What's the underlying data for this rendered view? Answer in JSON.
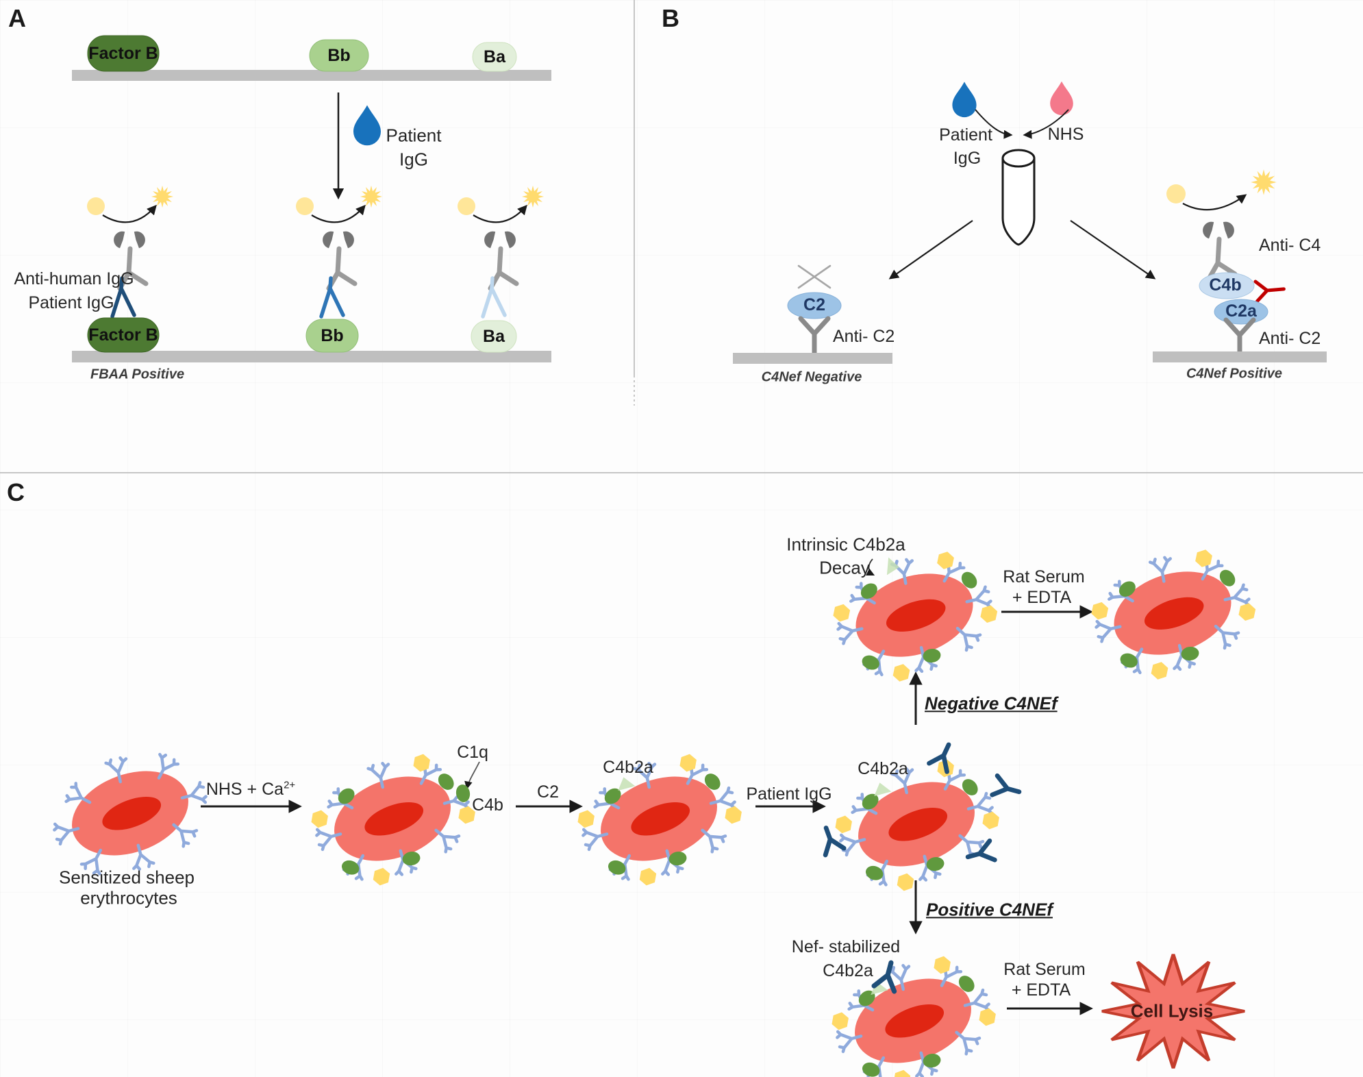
{
  "colors": {
    "factor_b_pill": "#4d7a32",
    "bb_pill": "#a9d18e",
    "ba_pill": "#e2efda",
    "membrane_bar": "#bfbfbf",
    "patient_igg_drop": "#1872bc",
    "nhs_drop": "#f4798b",
    "c2_ellipse": "#9dc3e6",
    "c4b_ellipse": "#cadef2",
    "red_autoantibody": "#c00000",
    "erythrocyte": "#f4746a",
    "erythrocyte_core": "#e02613",
    "lysis_star": "#f4756b"
  },
  "panels": {
    "a": {
      "letter": "A",
      "pill_factor_b": "Factor B",
      "pill_bb": "Bb",
      "pill_ba": "Ba",
      "drop_line1": "Patient",
      "drop_line2": "IgG",
      "label_anti_human": "Anti-human IgG",
      "label_patient_igg": "Patient IgG",
      "caption": "FBAA Positive"
    },
    "b": {
      "letter": "B",
      "drop_line1": "Patient",
      "drop_line2": "IgG",
      "nhs": "NHS",
      "neg_c2": "C2",
      "neg_anti_c2": "Anti- C2",
      "neg_caption": "C4Nef Negative",
      "pos_anti_c4": "Anti- C4",
      "pos_c4b": "C4b",
      "pos_c2a": "C2a",
      "pos_anti_c2": "Anti- C2",
      "pos_caption": "C4Nef Positive"
    },
    "c": {
      "letter": "C",
      "cell1_line1": "Sensitized sheep",
      "cell1_line2": "erythrocytes",
      "step1": "NHS + Ca",
      "step1_sup": "2+",
      "c1q": "C1q",
      "c4b": "C4b",
      "step2": "C2",
      "c4b2a_mid": "C4b2a",
      "step3": "Patient IgG",
      "c4b2a_right": "C4b2a",
      "branch_up": "Negative C4NEf",
      "intrinsic_line1": "Intrinsic C4b2a",
      "intrinsic_line2": "Decay",
      "rat_top_line1": "Rat Serum",
      "rat_top_line2": "+ EDTA",
      "branch_down": "Positive C4NEf",
      "nef_line1": "Nef- stabilized",
      "nef_line2": "C4b2a",
      "rat_bottom_line1": "Rat Serum",
      "rat_bottom_line2": "+ EDTA",
      "cell_lysis": "Cell Lysis"
    }
  }
}
